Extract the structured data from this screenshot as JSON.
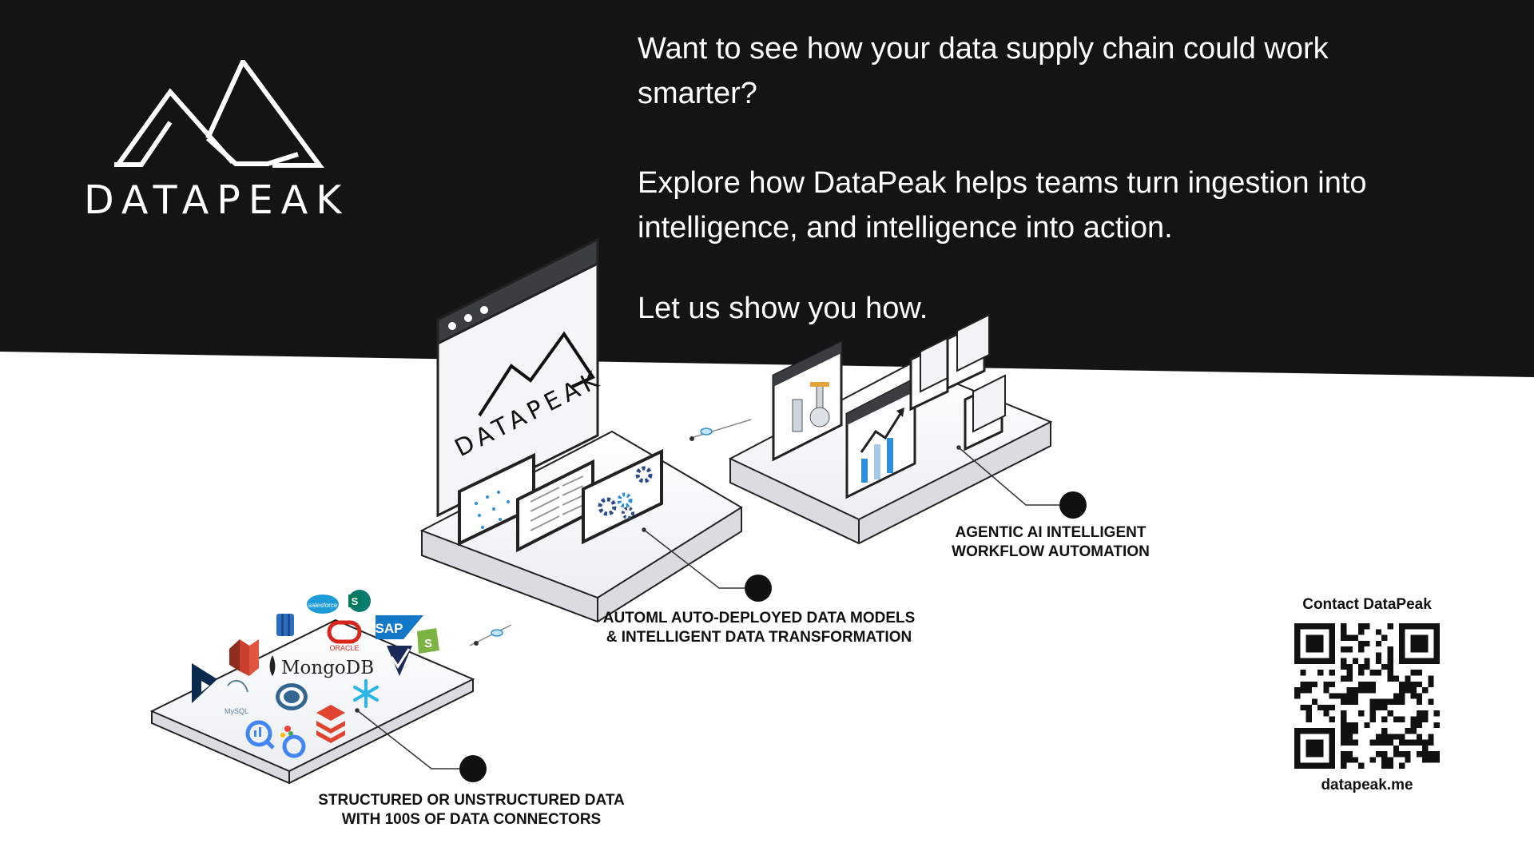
{
  "brand": {
    "name": "DATAPEAK",
    "screen_logo_text": "DATAPEAK"
  },
  "headline": {
    "paragraph_1": "Want to see how your data supply chain could work smarter?",
    "paragraph_2": "Explore how DataPeak helps teams turn ingestion into intelligence, and intelligence into action.",
    "paragraph_3": "Let us show you how."
  },
  "stages": [
    {
      "line_1": "STRUCTURED OR UNSTRUCTURED DATA",
      "line_2": "WITH 100S OF DATA CONNECTORS"
    },
    {
      "line_1": "AUTOML AUTO-DEPLOYED DATA MODELS",
      "line_2": "& INTELLIGENT DATA TRANSFORMATION"
    },
    {
      "line_1": "AGENTIC AI INTELLIGENT",
      "line_2": "WORKFLOW AUTOMATION"
    }
  ],
  "connectors": {
    "salesforce": "salesforce",
    "oracle": "ORACLE",
    "sap": "SAP",
    "mongodb": "MongoDB",
    "mysql": "MySQL",
    "sharepoint": "S"
  },
  "contact": {
    "label": "Contact DataPeak",
    "url": "datapeak.me"
  },
  "colors": {
    "band": "#141414",
    "background": "#ffffff",
    "text_on_dark": "#ffffff",
    "accent_blue": "#2f8fd8",
    "salesforce_blue": "#1d9bd7",
    "oracle_red": "#d9261c",
    "sap_blue": "#1478c8",
    "sharepoint_teal": "#0a7c6e",
    "shopify_green": "#7cb342",
    "aws_red": "#c9412e",
    "snowflake_blue": "#29b5e8",
    "bigquery_blue": "#4285f4",
    "databricks_red": "#e0432f",
    "postgres_blue": "#336791"
  },
  "icons": [
    "mountain-logo-icon",
    "gear-icon",
    "chart-icon",
    "folder-icon",
    "qr-code"
  ]
}
